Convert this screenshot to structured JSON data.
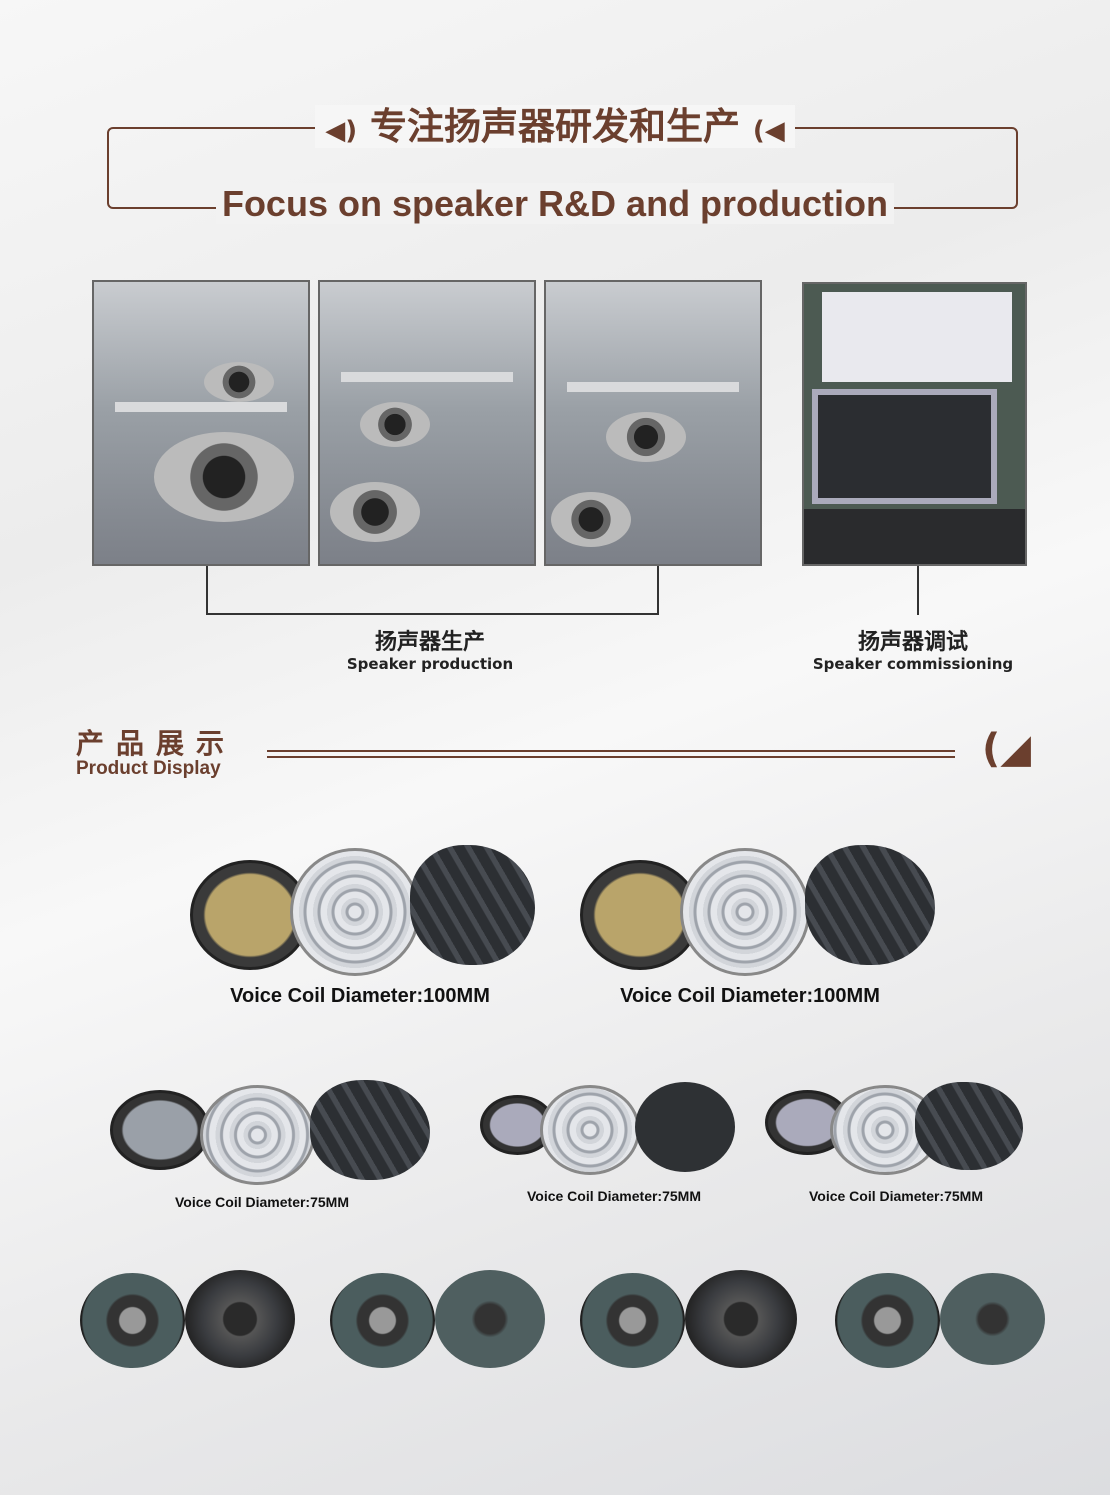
{
  "header": {
    "title_cn": "专注扬声器研发和生产",
    "title_en": "Focus on speaker R&D and production",
    "icon": "speaker-sound-icon"
  },
  "gallery": {
    "production": {
      "label_cn": "扬声器生产",
      "label_en": "Speaker production"
    },
    "commissioning": {
      "label_cn": "扬声器调试",
      "label_en": "Speaker commissioning"
    }
  },
  "product_display": {
    "title_cn": "产品展示",
    "title_en": "Product Display",
    "icon": "speaker-sound-icon",
    "row1": [
      {
        "label": "Voice Coil Diameter:100MM"
      },
      {
        "label": "Voice Coil Diameter:100MM"
      }
    ],
    "row2": [
      {
        "label": "Voice Coil Diameter:75MM"
      },
      {
        "label": "Voice Coil Diameter:75MM"
      },
      {
        "label": "Voice Coil Diameter:75MM"
      }
    ]
  },
  "colors": {
    "accent": "#6b3f2e"
  }
}
